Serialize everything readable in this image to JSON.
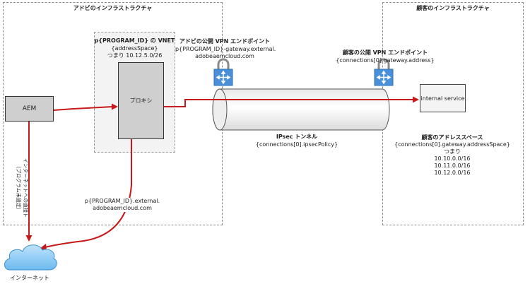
{
  "adobe_infra": {
    "title": "アドビのインフラストラクチャ"
  },
  "customer_infra": {
    "title": "顧客のインフラストラクチャ"
  },
  "vnet": {
    "title": "p{PROGRAM_ID} の VNET",
    "address": "{addressSpace}",
    "address_example": "つまり 10.12.5.0/26"
  },
  "aem": {
    "label": "AEM"
  },
  "proxy": {
    "label": "プロキシ"
  },
  "adobe_vpn": {
    "title": "アドビの公開 VPN エンドポイント",
    "host_line1": "p{PROGRAM_ID}-gateway.external.",
    "host_line2": "adobeaemcloud.com"
  },
  "customer_vpn": {
    "title": "顧客の公開 VPN エンドポイント",
    "address": "{connections[0].gateway.address}"
  },
  "tunnel": {
    "title": "IPsec トンネル",
    "policy": "{connections[0].ipsecPolicy}"
  },
  "internal_service": {
    "label": "internal service"
  },
  "customer_address": {
    "title": "顧客のアドレススペース",
    "ref": "{connections[0].gateway.addressSpace}",
    "prefix": "つまり",
    "ranges": [
      "10.10.0.0/16",
      "10.11.0.0/16",
      "10.12.0.0/16"
    ]
  },
  "direct_internet": {
    "line1": "インターネットへの直接ト",
    "line2": "（プログラム未設定）"
  },
  "proxy_egress": {
    "line1": "p{PROGRAM_ID}.external.",
    "line2": "adobeaemcloud.com"
  },
  "internet": {
    "label": "インターネット"
  },
  "colors": {
    "arrow": "#c8191a",
    "lock_blue": "#4a8fd9",
    "cloud": "#4aa3e8"
  }
}
